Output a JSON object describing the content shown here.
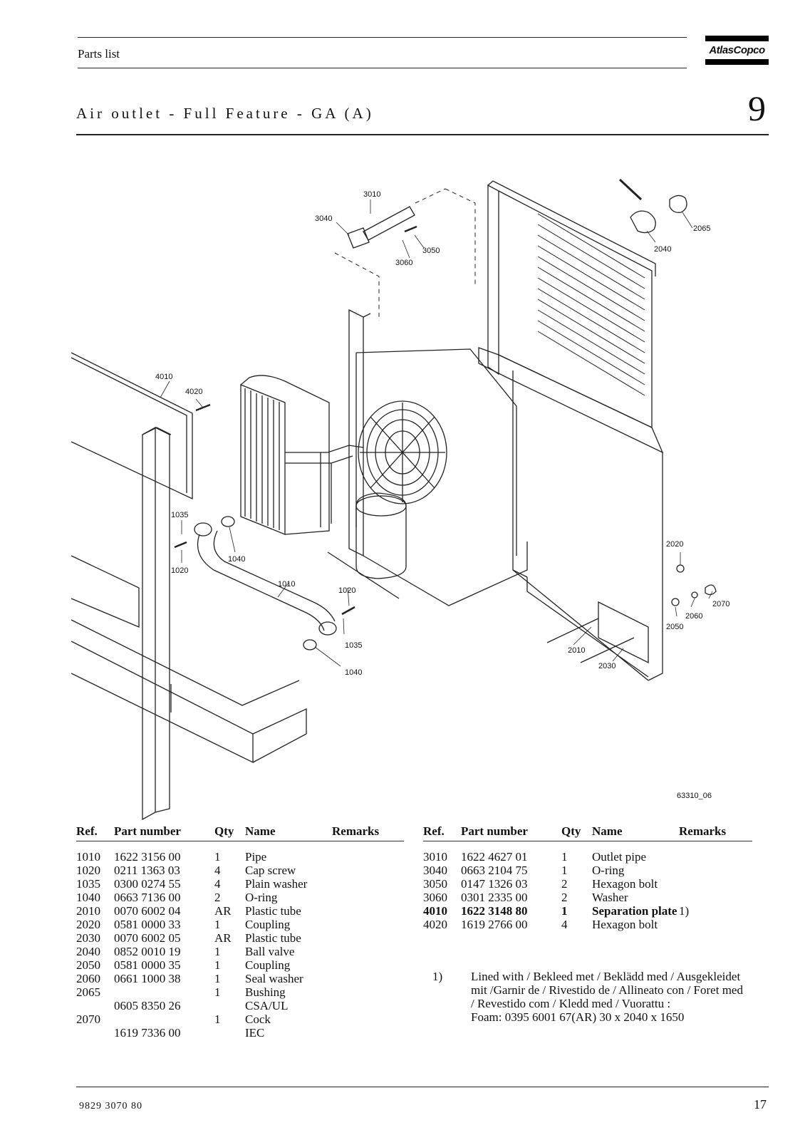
{
  "header": {
    "section": "Parts list",
    "brand": "AtlasCopco",
    "title": "Air outlet - Full Feature - GA (A)",
    "chapter": "9"
  },
  "diagram": {
    "figure_id": "63310_06",
    "callouts": [
      "3010",
      "3040",
      "3050",
      "3060",
      "2065",
      "2040",
      "4010",
      "4020",
      "1035",
      "1020",
      "1040",
      "1010",
      "1020",
      "1035",
      "1040",
      "2020",
      "2070",
      "2060",
      "2050",
      "2010",
      "2030"
    ]
  },
  "columns": {
    "ref": "Ref.",
    "part": "Part number",
    "qty": "Qty",
    "name": "Name",
    "remarks": "Remarks"
  },
  "left_table": [
    {
      "ref": "1010",
      "part": "1622 3156 00",
      "qty": "1",
      "name": "Pipe",
      "remark": ""
    },
    {
      "ref": "1020",
      "part": "0211 1363 03",
      "qty": "4",
      "name": "Cap screw",
      "remark": ""
    },
    {
      "ref": "1035",
      "part": "0300 0274 55",
      "qty": "4",
      "name": "Plain washer",
      "remark": ""
    },
    {
      "ref": "1040",
      "part": "0663 7136 00",
      "qty": "2",
      "name": "O-ring",
      "remark": ""
    },
    {
      "ref": "2010",
      "part": "0070 6002 04",
      "qty": "AR",
      "name": "Plastic tube",
      "remark": ""
    },
    {
      "ref": "2020",
      "part": "0581 0000 33",
      "qty": "1",
      "name": "Coupling",
      "remark": ""
    },
    {
      "ref": "2030",
      "part": "0070 6002 05",
      "qty": "AR",
      "name": "Plastic tube",
      "remark": ""
    },
    {
      "ref": "2040",
      "part": "0852 0010 19",
      "qty": "1",
      "name": "Ball valve",
      "remark": ""
    },
    {
      "ref": "2050",
      "part": "0581 0000 35",
      "qty": "1",
      "name": "Coupling",
      "remark": ""
    },
    {
      "ref": "2060",
      "part": "0661 1000 38",
      "qty": "1",
      "name": "Seal washer",
      "remark": ""
    },
    {
      "ref": "2065",
      "part": "",
      "qty": "1",
      "name": "Bushing",
      "remark": ""
    },
    {
      "ref": "",
      "part": "0605 8350 26",
      "qty": "",
      "name": "CSA/UL",
      "remark": ""
    },
    {
      "ref": "2070",
      "part": "",
      "qty": "1",
      "name": "Cock",
      "remark": ""
    },
    {
      "ref": "",
      "part": "1619 7336 00",
      "qty": "",
      "name": "IEC",
      "remark": ""
    }
  ],
  "right_table": [
    {
      "ref": "3010",
      "part": "1622 4627 01",
      "qty": "1",
      "name": "Outlet pipe",
      "remark": ""
    },
    {
      "ref": "3040",
      "part": "0663 2104 75",
      "qty": "1",
      "name": "O-ring",
      "remark": ""
    },
    {
      "ref": "3050",
      "part": "0147 1326 03",
      "qty": "2",
      "name": "Hexagon bolt",
      "remark": ""
    },
    {
      "ref": "3060",
      "part": "0301 2335 00",
      "qty": "2",
      "name": "Washer",
      "remark": ""
    },
    {
      "ref": "4010",
      "part": "1622 3148 80",
      "qty": "1",
      "name": "Separation plate",
      "remark": "1)",
      "bold": true
    },
    {
      "ref": "4020",
      "part": "1619 2766 00",
      "qty": "4",
      "name": "Hexagon bolt",
      "remark": ""
    }
  ],
  "footnote": {
    "marker": "1)",
    "line1": "Lined with / Bekleed met / Beklädd med / Ausgekleidet",
    "line2": "mit /Garnir de / Rivestido de / Allineato con  / Foret med",
    "line3": "/ Revestido com / Kledd med / Vuorattu :",
    "line4": "Foam: 0395 6001 67(AR) 30 x 2040 x 1650"
  },
  "footer": {
    "doc_number": "9829 3070 80",
    "page": "17"
  }
}
